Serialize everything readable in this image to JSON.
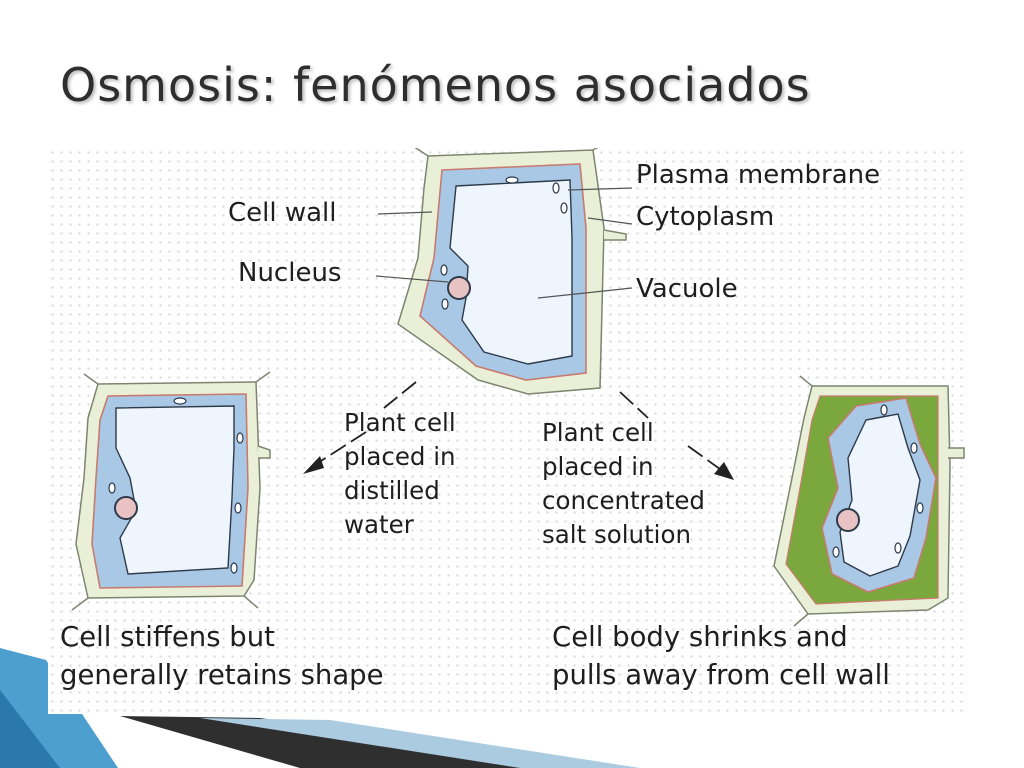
{
  "slide": {
    "title": "Osmosis: fenómenos asociados"
  },
  "diagram": {
    "top_cell_labels": {
      "plasma_membrane": "Plasma membrane",
      "cytoplasm": "Cytoplasm",
      "vacuole": "Vacuole",
      "cell_wall": "Cell wall",
      "nucleus": "Nucleus"
    },
    "left_condition": [
      "Plant cell",
      "placed in",
      "distilled",
      "water"
    ],
    "right_condition": [
      "Plant cell",
      "placed in",
      "concentrated",
      "salt solution"
    ],
    "left_result": [
      "Cell stiffens but",
      "generally retains shape"
    ],
    "right_result": [
      "Cell body shrinks and",
      "pulls away from cell wall"
    ]
  },
  "colors": {
    "cell_wall": "#eaf0d8",
    "wall_outline": "#7d8470",
    "cytoplasm": "#a9c8e6",
    "membrane": "#c77b6e",
    "vacuole": "#eef5fc",
    "salt_solution": "#7aa83d",
    "nucleus": "#e9c3c4",
    "decor_blue": "#3b8fc7"
  }
}
